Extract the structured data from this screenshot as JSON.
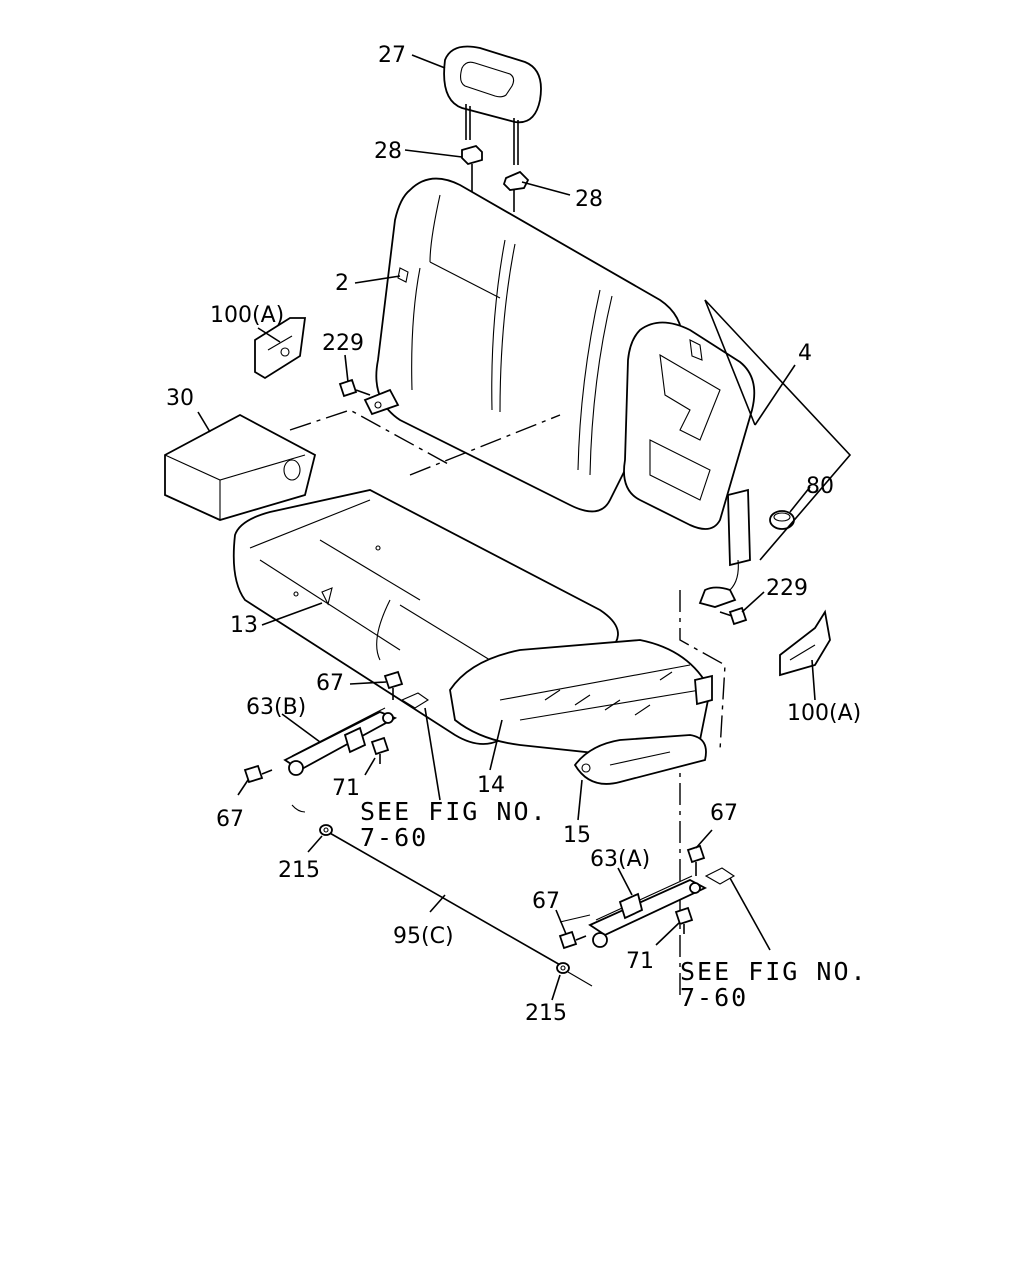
{
  "callouts": {
    "c27": "27",
    "c28a": "28",
    "c28b": "28",
    "c2": "2",
    "c100a_left": "100(A)",
    "c229_left": "229",
    "c30": "30",
    "c4": "4",
    "c80": "80",
    "c229_right": "229",
    "c13": "13",
    "c100a_right": "100(A)",
    "c67_a": "67",
    "c63b": "63(B)",
    "c67_b": "67",
    "c71_a": "71",
    "c14": "14",
    "c15": "15",
    "c67_c": "67",
    "c63a": "63(A)",
    "c67_d": "67",
    "c71_b": "71",
    "c215_a": "215",
    "c95c": "95(C)",
    "c215_b": "215"
  },
  "references": {
    "ref1_line1": "SEE FIG NO.",
    "ref1_line2": "7-60",
    "ref2_line1": "SEE FIG NO.",
    "ref2_line2": "7-60"
  }
}
